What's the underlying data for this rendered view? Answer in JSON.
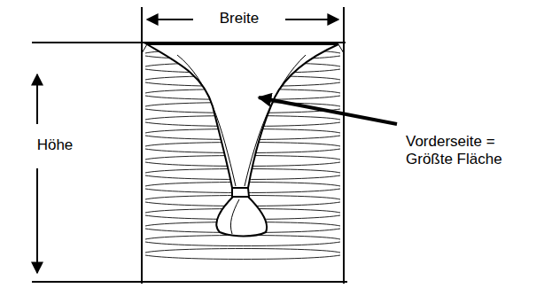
{
  "diagram": {
    "labels": [
      "Breite",
      "Höhe",
      "Vorderseite = Größte Fläche"
    ]
  }
}
